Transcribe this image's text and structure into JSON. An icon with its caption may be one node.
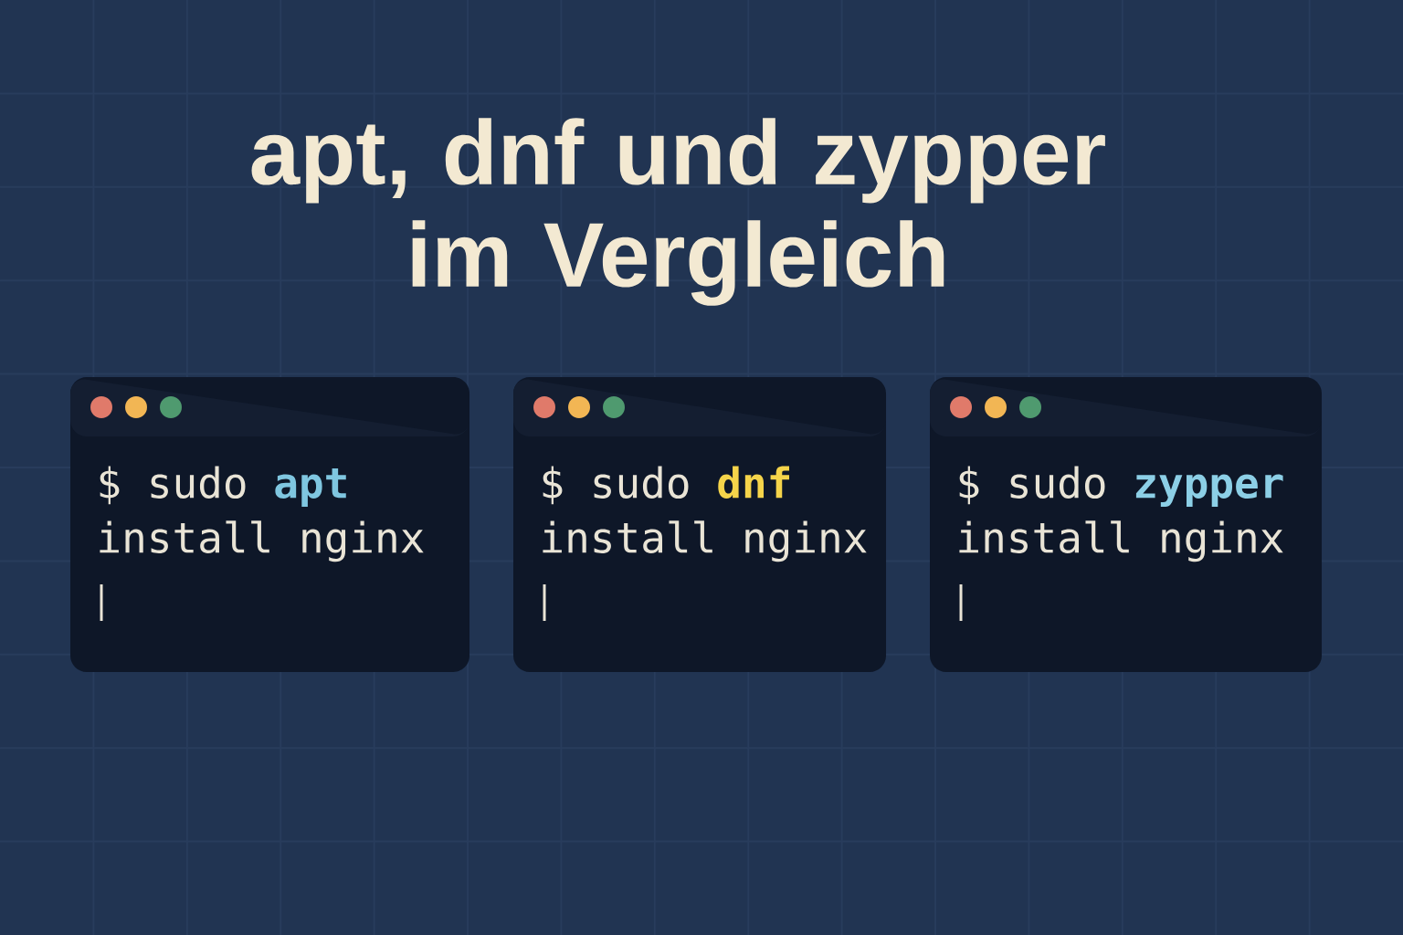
{
  "diagram": {
    "title": "apt, dnf und zypper im Vergleich",
    "nodes": [
      {
        "text": [
          "$ sudo",
          "apt",
          "install nginx"
        ]
      },
      {
        "text": [
          "$ sudo",
          "dnf",
          "install nginx"
        ]
      },
      {
        "text": [
          "$ sudo",
          "zypper",
          "install nginx"
        ]
      }
    ]
  }
}
